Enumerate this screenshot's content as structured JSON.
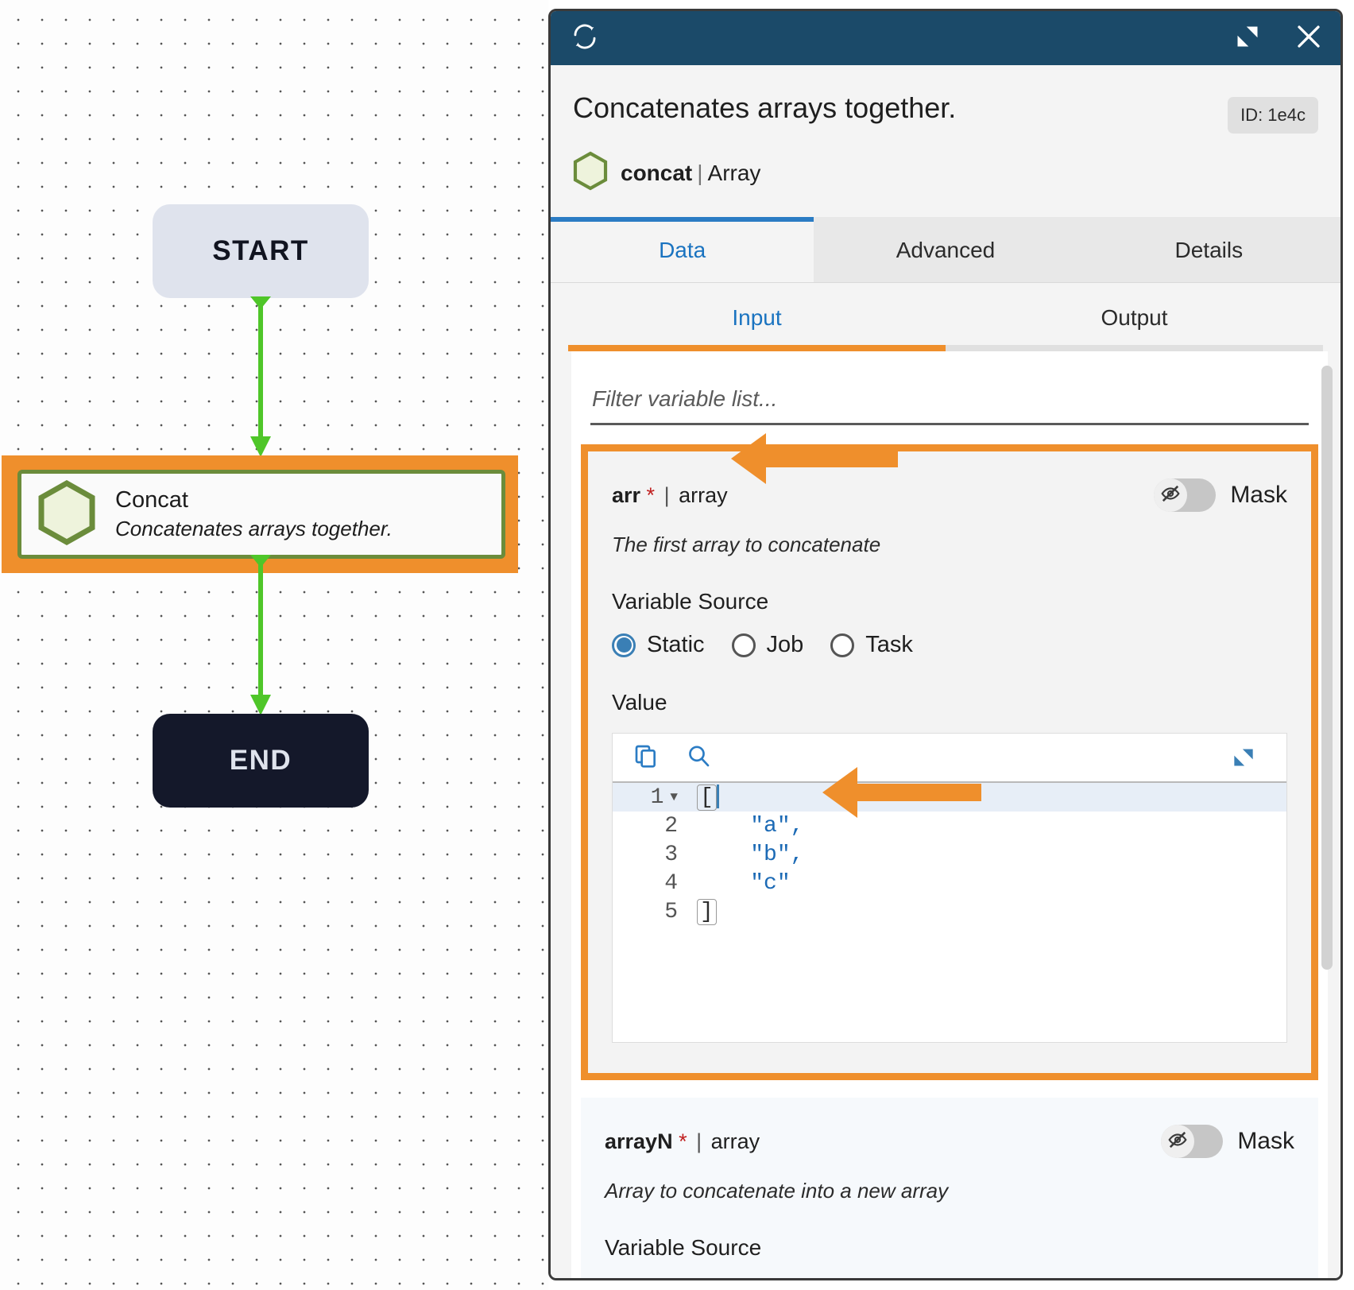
{
  "canvas": {
    "start_node": {
      "label": "START"
    },
    "end_node": {
      "label": "END"
    },
    "selected_node": {
      "title": "Concat",
      "description": "Concatenates arrays together.",
      "icon": "hexagon-icon"
    }
  },
  "panel": {
    "titlebar": {
      "refresh_icon": "refresh-icon",
      "collapse_icon": "collapse-icon",
      "close_icon": "close-icon"
    },
    "title": "Concatenates arrays together.",
    "id_badge": "ID: 1e4c",
    "node_name": "concat",
    "node_separator": "|",
    "node_category": "Array",
    "tabs": [
      {
        "label": "Data",
        "active": true
      },
      {
        "label": "Advanced",
        "active": false
      },
      {
        "label": "Details",
        "active": false
      }
    ],
    "subtabs": [
      {
        "label": "Input",
        "active": true
      },
      {
        "label": "Output",
        "active": false
      }
    ],
    "filter": {
      "placeholder": "Filter variable list...",
      "value": ""
    },
    "variables": [
      {
        "name": "arr",
        "required": "*",
        "separator": "|",
        "type": "array",
        "description": "The first array to concatenate",
        "mask_label": "Mask",
        "mask_on": false,
        "mask_icon": "eye-slash-icon",
        "source_label": "Variable Source",
        "source_options": [
          {
            "label": "Static",
            "selected": true
          },
          {
            "label": "Job",
            "selected": false
          },
          {
            "label": "Task",
            "selected": false
          }
        ],
        "value_label": "Value",
        "editor": {
          "copy_icon": "copy-icon",
          "search_icon": "search-icon",
          "expand_icon": "expand-icon",
          "lines": [
            {
              "number": "1",
              "text": "[",
              "fold": true,
              "highlight": true,
              "bracket": true
            },
            {
              "number": "2",
              "text": "\"a\",",
              "fold": false,
              "highlight": false,
              "bracket": false
            },
            {
              "number": "3",
              "text": "\"b\",",
              "fold": false,
              "highlight": false,
              "bracket": false
            },
            {
              "number": "4",
              "text": "\"c\"",
              "fold": false,
              "highlight": false,
              "bracket": false
            },
            {
              "number": "5",
              "text": "]",
              "fold": false,
              "highlight": false,
              "bracket": true
            }
          ]
        }
      },
      {
        "name": "arrayN",
        "required": "*",
        "separator": "|",
        "type": "array",
        "description": "Array to concatenate into a new array",
        "mask_label": "Mask",
        "mask_on": false,
        "mask_icon": "eye-slash-icon",
        "source_label": "Variable Source"
      }
    ]
  },
  "colors": {
    "titlebar": "#1b4a69",
    "accent_orange": "#ef8f2c",
    "accent_blue": "#1a73c0",
    "flow_green": "#4fc629",
    "node_green": "#6b8c3b",
    "end_dark": "#14182a"
  }
}
